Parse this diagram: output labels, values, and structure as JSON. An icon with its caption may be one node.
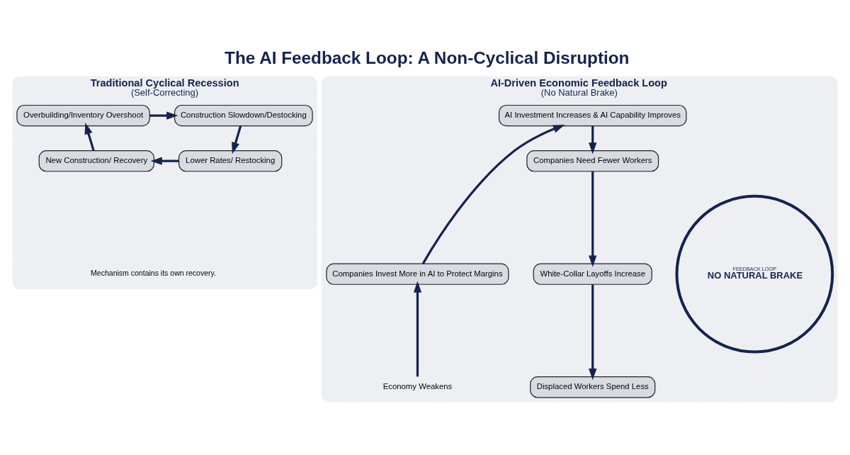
{
  "diagram": {
    "title": "The AI Feedback Loop: A Non-Cyclical Disruption",
    "nodes": [
      {
        "text": [
          "Traditional Cyclical Recession",
          "(Self-Correcting)"
        ]
      },
      {
        "text": [
          "Overbuilding/Inventory Overshoot"
        ],
        "in": 0
      },
      {
        "text": [
          "Construction Slowdown/Destocking"
        ],
        "in": 0
      },
      {
        "text": [
          "New Construction/ Recovery"
        ],
        "in": 0
      },
      {
        "text": [
          "Lower Rates/ Restocking"
        ],
        "in": 0
      },
      {
        "text": [
          "AI-Driven Economic Feedback Loop",
          "(No Natural Brake)"
        ]
      },
      {
        "text": [
          "AI Investment Increases & AI Capability Improves"
        ],
        "in": 5
      },
      {
        "text": [
          "Companies Need Fewer Workers"
        ],
        "in": 5
      },
      {
        "text": [
          "White-Collar Layoffs Increase"
        ],
        "in": 5
      },
      {
        "text": [
          "Displaced Workers Spend Less"
        ],
        "in": 5
      },
      {
        "text": [
          "Economy Weakens"
        ],
        "in": 5
      },
      {
        "text": [
          "Companies Invest More in AI to Protect Margins"
        ],
        "in": 5
      },
      {
        "text": [
          "FEEDBACK LOOP",
          "NO NATURAL BRAKE"
        ],
        "in": 5
      }
    ],
    "edges": [
      {
        "from": 1,
        "to": 2,
        "arrow": "to"
      },
      {
        "from": 2,
        "to": 4,
        "arrow": "to"
      },
      {
        "from": 4,
        "to": 3,
        "arrow": "to"
      },
      {
        "from": 3,
        "to": 1,
        "arrow": "to"
      },
      {
        "from": 6,
        "to": 7,
        "arrow": "to"
      },
      {
        "from": 7,
        "to": 8,
        "arrow": "to"
      },
      {
        "from": 8,
        "to": 9,
        "arrow": "to"
      },
      {
        "from": 10,
        "to": 11,
        "arrow": "to"
      },
      {
        "from": 11,
        "to": 6,
        "arrow": "to"
      }
    ],
    "labels": [
      "Mechanism contains its own recovery."
    ]
  }
}
